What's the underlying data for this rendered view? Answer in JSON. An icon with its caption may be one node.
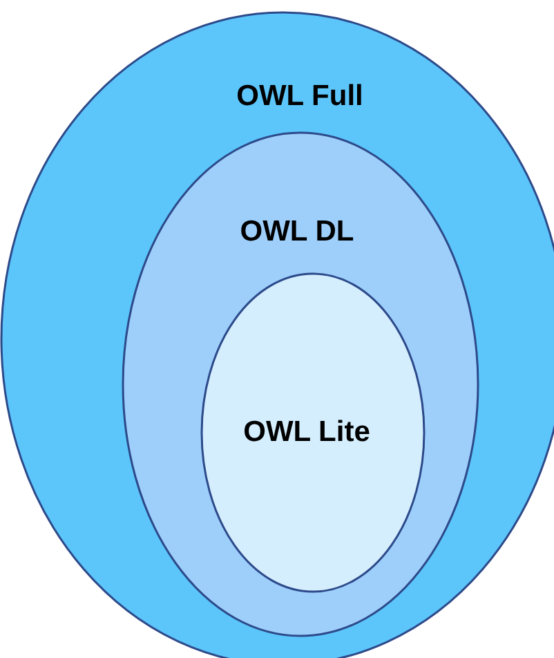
{
  "diagram": {
    "nodes": [
      {
        "text": [
          "OWL Full"
        ]
      },
      {
        "text": [
          "OWL DL"
        ],
        "in": 0
      },
      {
        "text": [
          "OWL Lite"
        ],
        "in": 1
      }
    ]
  }
}
